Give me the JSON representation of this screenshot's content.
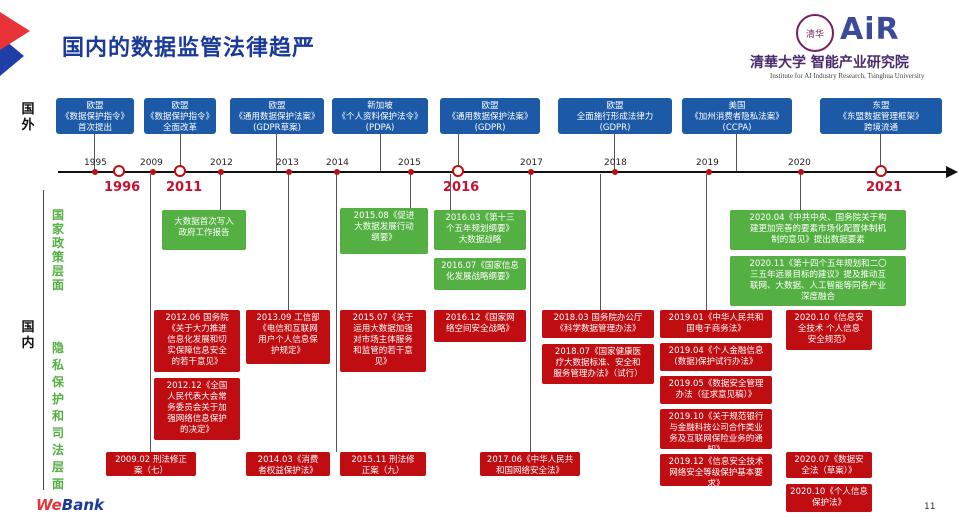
{
  "slide": {
    "title": "国内的数据监管法律趋严",
    "logo_seal": "清华",
    "logo_brand": "AiR",
    "logo_cn": "清華大学 智能产业研究院",
    "logo_en": "Institute for AI Industry Research, Tsinghua University",
    "page_number": "11",
    "footer_brand_a": "We",
    "footer_brand_b": "Bank"
  },
  "side_labels": {
    "foreign": "国外",
    "domestic": "国内",
    "policy": "国家政策层面",
    "law": "隐私保护和司法层面"
  },
  "foreign_events": [
    {
      "org": "欧盟",
      "text": "《数据保护指令》\n首次提出"
    },
    {
      "org": "欧盟",
      "text": "《数据保护指令》\n全面改革"
    },
    {
      "org": "欧盟",
      "text": "《通用数据保护法案》\n(GDPR草案)"
    },
    {
      "org": "新加坡",
      "text": "《个人资料保护法令》\n(PDPA)"
    },
    {
      "org": "欧盟",
      "text": "《通用数据保护法案》\n(GDPR)"
    },
    {
      "org": "欧盟",
      "text": "全面施行形成法律力\n(GDPR)"
    },
    {
      "org": "美国",
      "text": "《加州消费者隐私法案》\n(CCPA)"
    },
    {
      "org": "东盟",
      "text": "《东盟数据管理框架》\n跨境流通"
    }
  ],
  "timeline": {
    "years_small": [
      "1995",
      "2009",
      "2012",
      "2013",
      "2014",
      "2015",
      "2017",
      "2018",
      "2019",
      "2020"
    ],
    "years_big": [
      "1996",
      "2011",
      "2016",
      "2021"
    ]
  },
  "policy_items": [
    "大数据首次写入\n政府工作报告",
    "2015.08《促进\n大数据发展行动\n纲要》",
    "2016.03《第十三\n个五年规划纲要》\n大数据战略",
    "2016.07《国家信息\n化发展战略纲要》",
    "2020.04《中共中央、国务院关于构\n建更加完善的要素市场化配置体制机\n制的意见》提出数据要素",
    "2020.11《第十四个五年规划和二〇\n三五年远景目标的建议》提及推动互\n联网、大数据、人工智能等同各产业\n深度融合"
  ],
  "law_items": [
    "2012.06 国务院\n《关于大力推进\n信息化发展和切\n实保障信息安全\n的若干意见》",
    "2012.12《全国\n人民代表大会常\n务委员会关于加\n强网络信息保护\n的决定》",
    "2009.02 刑法修正\n案（七）",
    "2013.09 工信部\n《电信和互联网\n用户个人信息保\n护规定》",
    "2014.03《消费\n者权益保护法》",
    "2015.07《关于\n运用大数据加强\n对市场主体服务\n和监管的若干意\n见》",
    "2015.11 刑法修\n正案（九）",
    "2016.12《国家网\n络空间安全战略》",
    "2017.06《中华人民共\n和国网络安全法》",
    "2018.03 国务院办公厅\n《科学数据管理办法》",
    "2018.07《国家健康医\n疗大数据标准、安全和\n服务管理办法》（试行）",
    "2019.01《中华人民共和\n国电子商务法》",
    "2019.04《个人金融信息\n(数据)保护试行办法》",
    "2019.05《数据安全管理\n办法（征求意见稿）》",
    "2019.10《关于规范银行\n与金融科技公司合作类业\n务及互联网保险业务的通\n知》",
    "2019.12《信息安全技术\n网络安全等级保护基本要\n求》",
    "2020.10《信息安\n全技术 个人信息\n安全规范》",
    "2020.07《数据安\n全法（草案）》",
    "2020.10《个人信息\n保护法》"
  ],
  "colors": {
    "blue": "#1c5aa8",
    "green": "#55b043",
    "red": "#c00d12",
    "title": "#1a3a9a"
  }
}
